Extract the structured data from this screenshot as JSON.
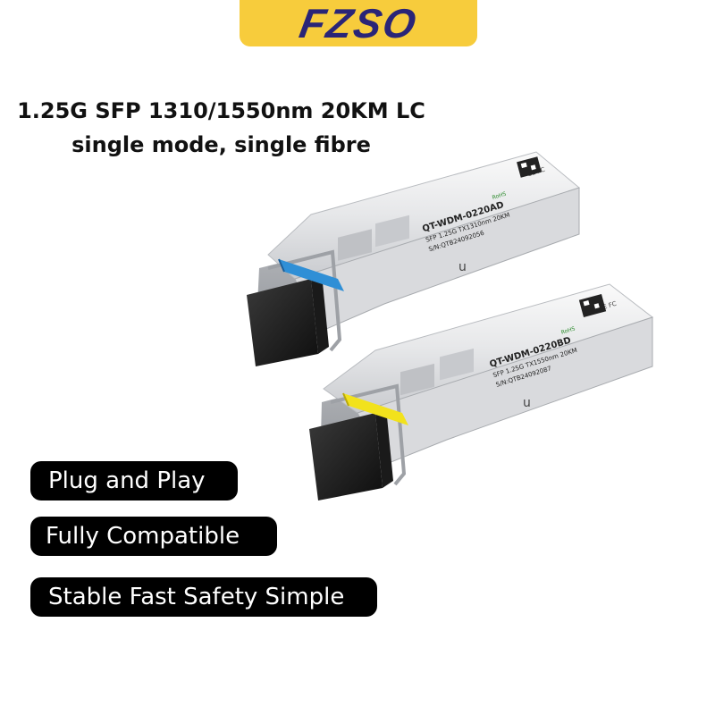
{
  "brand": {
    "name": "FZSO",
    "bg_color": "#f7cc3c",
    "text_color": "#2a2577"
  },
  "headline": {
    "line1": "1.25G SFP 1310/1550nm 20KM LC",
    "line2": "single mode, single fibre"
  },
  "features": [
    {
      "label": "Plug and Play"
    },
    {
      "label": "Fully Compatible"
    },
    {
      "label": "Stable Fast Safety Simple"
    }
  ],
  "feature_pill_color": "#000000",
  "modules": [
    {
      "model": "QT-WDM-0220AD",
      "spec": "SFP 1.25G TX1310nm 20KM",
      "serial": "S/N:QTB24092056",
      "rohs": "RoHS",
      "certs": "CE FC",
      "latch_color": "#2f8fd6",
      "latch_icon": "blue-latch-icon"
    },
    {
      "model": "QT-WDM-0220BD",
      "spec": "SFP 1.25G TX1550nm 20KM",
      "serial": "S/N:QTB24092087",
      "rohs": "RoHS",
      "certs": "CE FC",
      "latch_color": "#f2e21c",
      "latch_icon": "yellow-latch-icon"
    }
  ]
}
